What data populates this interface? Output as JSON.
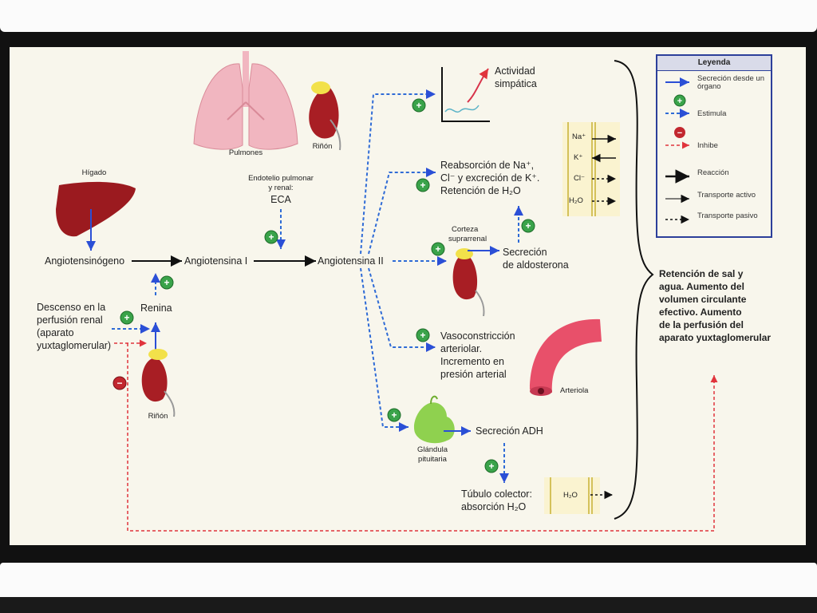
{
  "nodes": {
    "pulmones": "Pulmones",
    "rinon_top": "Riñón",
    "higado": "Hígado",
    "endotelio": [
      "Endotelio pulmonar",
      "y renal:",
      "ECA"
    ],
    "angiotensinogeno": "Angiotensinógeno",
    "angiotensina1": "Angiotensina I",
    "angiotensina2": "Angiotensina II",
    "renina": "Renina",
    "descenso": [
      "Descenso en la",
      "perfusión renal",
      "(aparato",
      "yuxtaglomerular)"
    ],
    "rinon_bottom": "Riñón",
    "actividad": [
      "Actividad",
      "simpática"
    ],
    "reabsorcion": [
      "Reabsorción de Na⁺,",
      "Cl⁻ y excreción de K⁺.",
      "Retención de H₂O"
    ],
    "corteza": [
      "Corteza",
      "suprarrenal"
    ],
    "aldosterona": [
      "Secreción",
      "de aldosterona"
    ],
    "vasoconstriccion": [
      "Vasoconstricción",
      "arteriolar.",
      "Incremento en",
      "presión arterial"
    ],
    "arteriola": "Arteriola",
    "glandula": [
      "Glándula",
      "pituitaria"
    ],
    "adh": "Secreción ADH",
    "tubulo": [
      "Túbulo colector:",
      "absorción H₂O"
    ],
    "retencion": [
      "Retención de sal y",
      "agua. Aumento del",
      "volumen circulante",
      "efectivo. Aumento",
      "de la perfusión del",
      "aparato yuxtaglomerular"
    ],
    "ions": [
      "Na⁺",
      "K⁺",
      "Cl⁻",
      "H₂O"
    ],
    "tubulo_ion": "H₂O"
  },
  "legend": {
    "title": "Leyenda",
    "items": [
      {
        "symbol": "secretion-arrow",
        "label": "Secreción desde un órgano"
      },
      {
        "symbol": "stimulus-plus",
        "label": "Estimula"
      },
      {
        "symbol": "inhibit-minus",
        "label": "Inhibe"
      },
      {
        "symbol": "reaction-arrow",
        "label": "Reacción"
      },
      {
        "symbol": "active-transport-arrow",
        "label": "Transporte activo"
      },
      {
        "symbol": "passive-transport-arrow",
        "label": "Transporte pasivo"
      }
    ]
  },
  "colors": {
    "secretion": "#2b4fd6",
    "stimulus": "#2f6bd6",
    "inhibit": "#e0343c",
    "reaction": "#111111",
    "plus_fill": "#3aa34a",
    "minus_fill": "#c2272f",
    "organ_red": "#a81e24",
    "lung_pink": "#f1b6c0",
    "gland_green": "#8fd14f",
    "artery_pink": "#e8506a"
  },
  "signs": {
    "plus": "+",
    "minus": "−"
  }
}
